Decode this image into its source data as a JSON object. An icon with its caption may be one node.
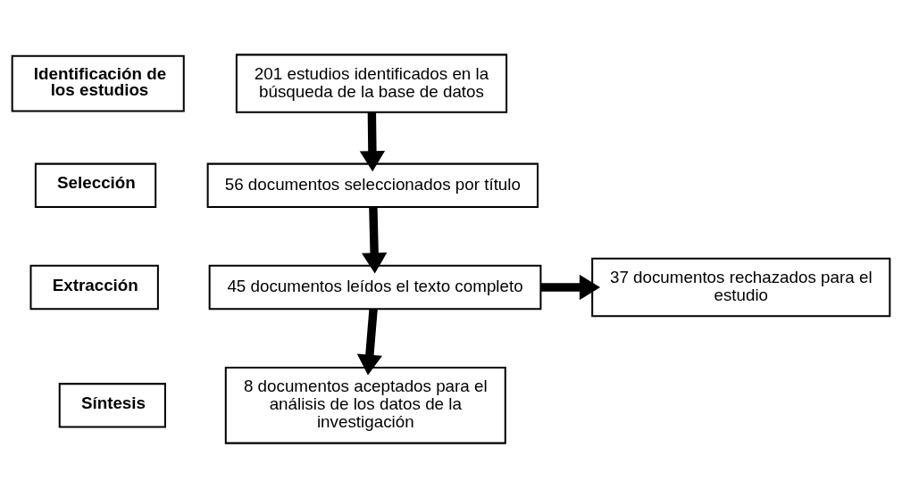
{
  "diagram": {
    "nodes": [
      {
        "text": [
          "Identificación de los estudios"
        ]
      },
      {
        "text": [
          "201 estudios identificados en la búsqueda de la base de datos"
        ]
      },
      {
        "text": [
          "Selección"
        ]
      },
      {
        "text": [
          "56 documentos seleccionados por título"
        ]
      },
      {
        "text": [
          "Extracción"
        ]
      },
      {
        "text": [
          "45 documentos leídos el texto completo"
        ]
      },
      {
        "text": [
          "37 documentos rechazados para el estudio"
        ]
      },
      {
        "text": [
          "Síntesis"
        ]
      },
      {
        "text": [
          "8 documentos aceptados para el análisis de los datos de la investigación"
        ]
      }
    ],
    "edges": [
      {
        "from": 1,
        "to": 3,
        "arrow": "to"
      },
      {
        "from": 3,
        "to": 5,
        "arrow": "to"
      },
      {
        "from": 5,
        "to": 6,
        "arrow": "to"
      },
      {
        "from": 5,
        "to": 8,
        "arrow": "to"
      }
    ]
  }
}
